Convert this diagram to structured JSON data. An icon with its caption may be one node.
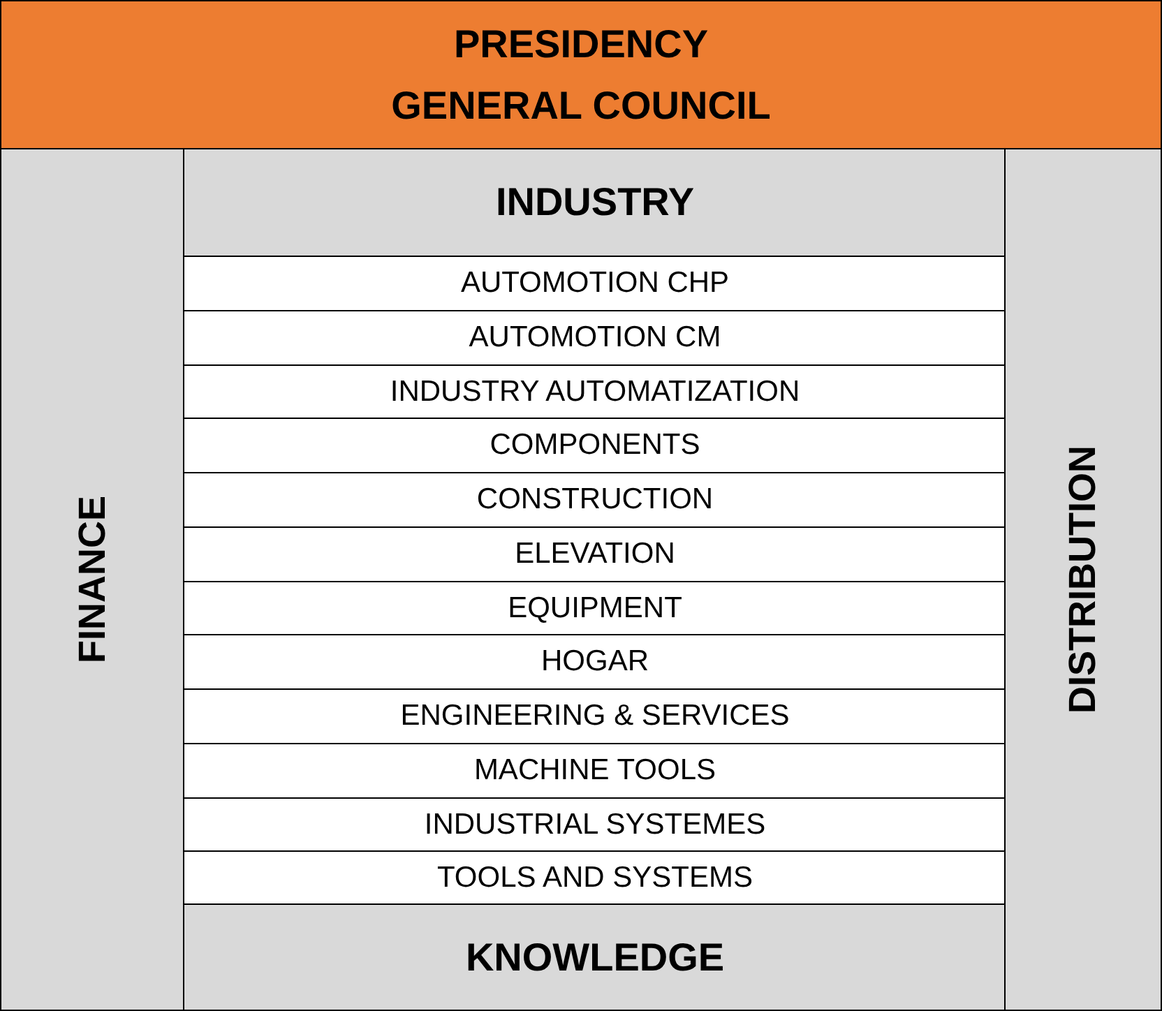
{
  "diagram": {
    "nodes": [
      {
        "text": [
          "PRESIDENCY",
          "GENERAL COUNCIL"
        ]
      },
      {
        "text": [
          "FINANCE"
        ]
      },
      {
        "text": [
          "INDUSTRY"
        ]
      },
      {
        "text": [
          "AUTOMOTION CHP"
        ]
      },
      {
        "text": [
          "AUTOMOTION CM"
        ]
      },
      {
        "text": [
          "INDUSTRY AUTOMATIZATION"
        ]
      },
      {
        "text": [
          "COMPONENTS"
        ]
      },
      {
        "text": [
          "CONSTRUCTION"
        ]
      },
      {
        "text": [
          "ELEVATION"
        ]
      },
      {
        "text": [
          "EQUIPMENT"
        ]
      },
      {
        "text": [
          "HOGAR"
        ]
      },
      {
        "text": [
          "ENGINEERING & SERVICES"
        ]
      },
      {
        "text": [
          "MACHINE TOOLS"
        ]
      },
      {
        "text": [
          "INDUSTRIAL SYSTEMES"
        ]
      },
      {
        "text": [
          "TOOLS AND SYSTEMS"
        ]
      },
      {
        "text": [
          "KNOWLEDGE"
        ]
      },
      {
        "text": [
          "DISTRIBUTION"
        ]
      }
    ]
  }
}
